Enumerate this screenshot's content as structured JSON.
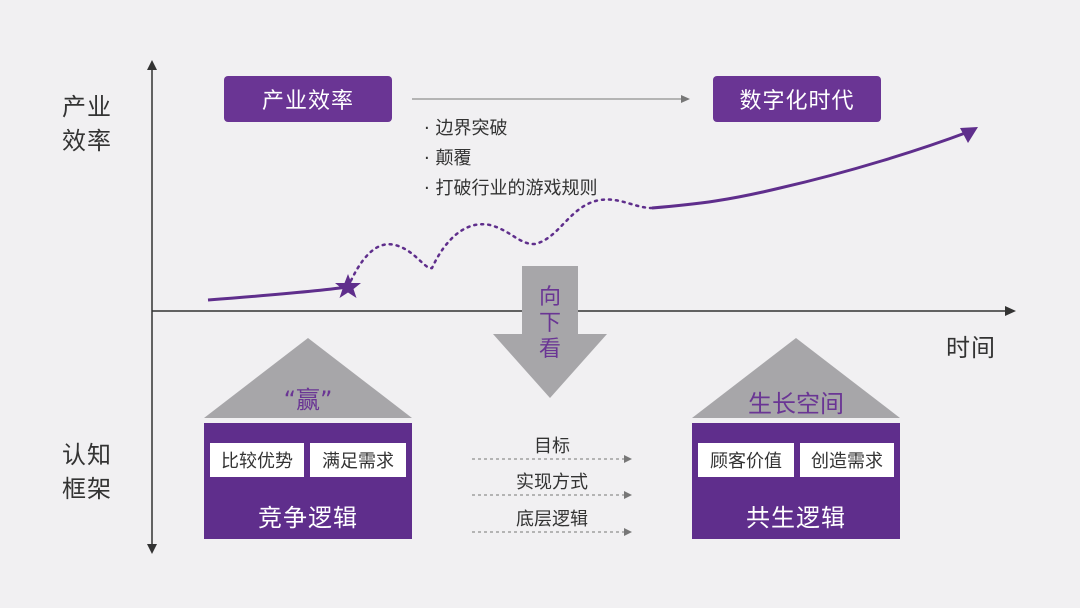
{
  "axes": {
    "y_top": "产业效率",
    "y_bottom": "认知框架",
    "x_right": "时间"
  },
  "top": {
    "left_box": "产业效率",
    "right_box": "数字化时代",
    "bullets": [
      "· 边界突破",
      "· 颠覆",
      "· 打破行业的游戏规则"
    ]
  },
  "down_arrow": [
    "向",
    "下",
    "看"
  ],
  "left_house": {
    "roof": "“赢”",
    "chips": [
      "比较优势",
      "满足需求"
    ],
    "title": "竞争逻辑"
  },
  "right_house": {
    "roof": "生长空间",
    "chips": [
      "顾客价值",
      "创造需求"
    ],
    "title": "共生逻辑"
  },
  "middle": [
    "目标",
    "实现方式",
    "底层逻辑"
  ],
  "colors": {
    "purple": "#6a3594",
    "dark_purple": "#5f2e8c",
    "gray": "#a7a6a9"
  }
}
